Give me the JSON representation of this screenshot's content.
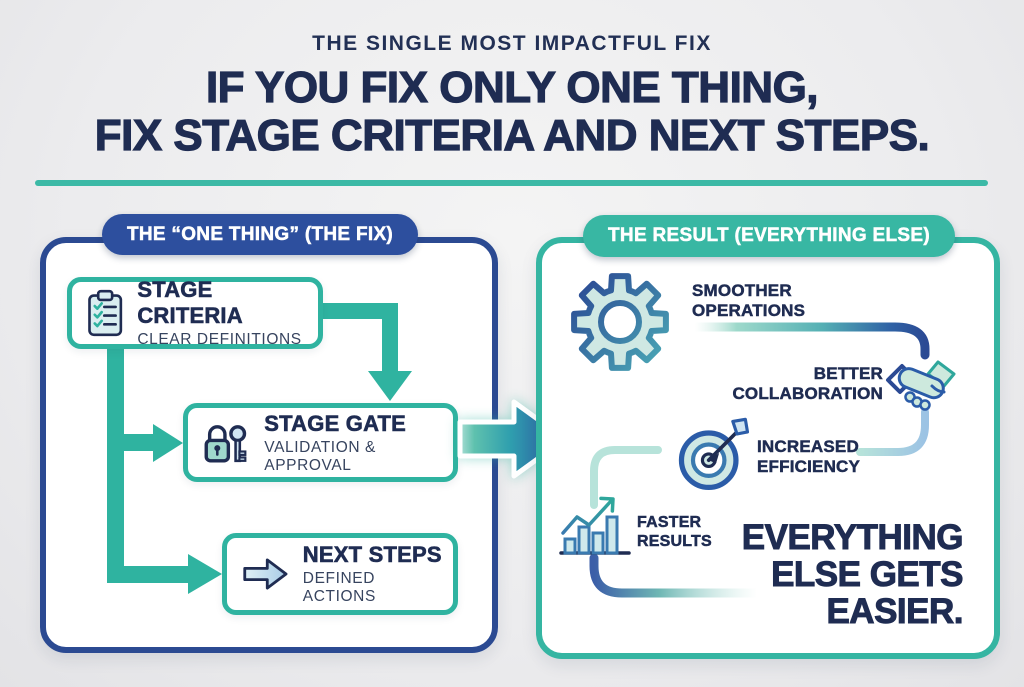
{
  "header": {
    "kicker": "THE SINGLE MOST IMPACTFUL FIX",
    "title_line1": "IF YOU FIX ONLY ONE THING,",
    "title_line2": "FIX STAGE CRITERIA AND NEXT STEPS."
  },
  "left_panel": {
    "header": "THE “ONE THING” (THE FIX)",
    "nodes": [
      {
        "title": "STAGE CRITERIA",
        "subtitle": "CLEAR DEFINITIONS",
        "icon": "checklist-clipboard-icon"
      },
      {
        "title": "STAGE GATE",
        "subtitle": "VALIDATION & APPROVAL",
        "icon": "lock-and-key-icon"
      },
      {
        "title": "NEXT STEPS",
        "subtitle": "DEFINED ACTIONS",
        "icon": "arrow-right-icon"
      }
    ]
  },
  "center_arrow": {
    "icon": "big-flow-arrow-icon"
  },
  "right_panel": {
    "header": "THE RESULT (EVERYTHING ELSE)",
    "results": [
      {
        "line1": "SMOOTHER",
        "line2": "OPERATIONS",
        "icon": "gear-icon"
      },
      {
        "line1": "BETTER",
        "line2": "COLLABORATION",
        "icon": "handshake-icon"
      },
      {
        "line1": "INCREASED",
        "line2": "EFFICIENCY",
        "icon": "target-icon"
      },
      {
        "line1": "FASTER",
        "line2": "RESULTS",
        "icon": "bar-chart-icon"
      }
    ],
    "conclusion_line1": "EVERYTHING",
    "conclusion_line2": "ELSE GETS",
    "conclusion_line3": "EASIER."
  },
  "colors": {
    "navy_text": "#1f2c52",
    "royal_blue": "#2d4f9e",
    "teal": "#38b7a3",
    "connector_teal": "#2fb3a0",
    "icon_outline_blue": "#2b5ca8",
    "icon_fill_light": "#cfe8e4",
    "icon_fill_light_blue": "#cfe4f2",
    "background": "#ececee"
  }
}
